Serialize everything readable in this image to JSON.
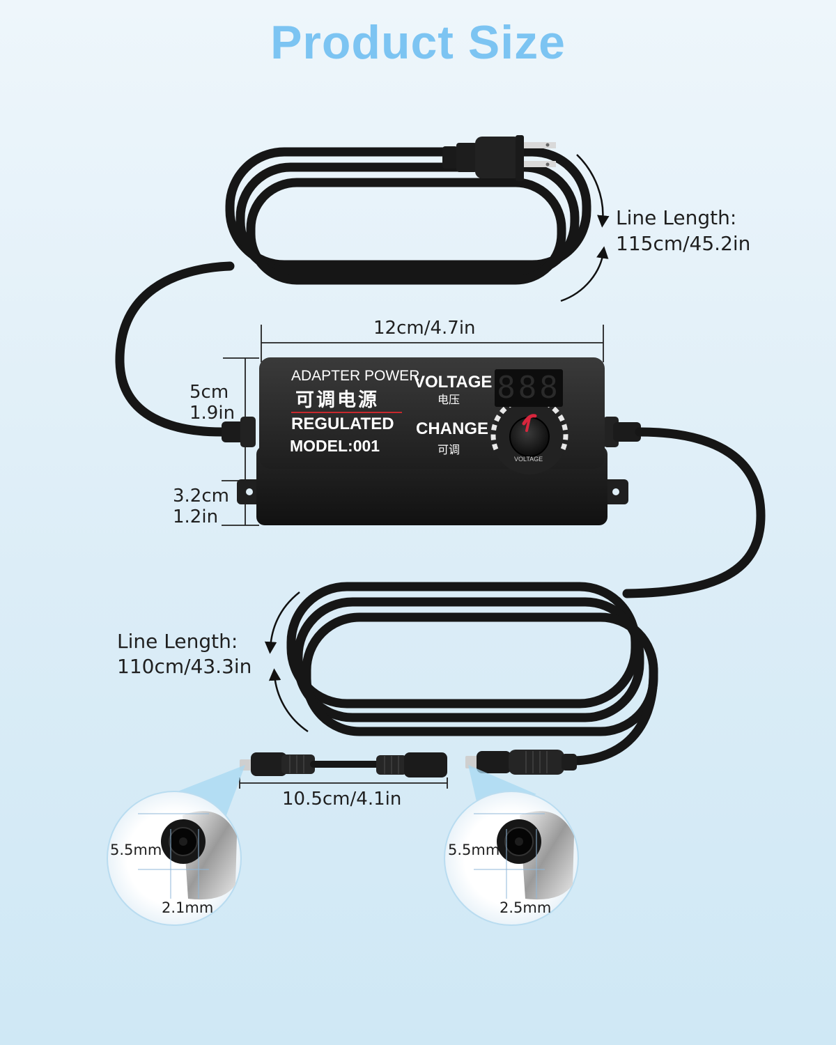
{
  "title": "Product Size",
  "colors": {
    "title": "#7cc4f2",
    "adapter_body": "#2b2b2b",
    "cable": "#161616",
    "accent_red": "#c8282d",
    "knob_pointer": "#d7263d",
    "background": "#e3f1f9"
  },
  "dimensions": {
    "top_cable_label": "Line Length:",
    "top_cable_value": "115cm/45.2in",
    "adapter_width": "12cm/4.7in",
    "adapter_height_cm": "5cm",
    "adapter_height_in": "1.9in",
    "adapter_depth_cm": "3.2cm",
    "adapter_depth_in": "1.2in",
    "bottom_cable_label": "Line Length:",
    "bottom_cable_value": "110cm/43.3in",
    "extension_length": "10.5cm/4.1in"
  },
  "adapter": {
    "line1": "ADAPTER POWER",
    "line2": "可调电源",
    "line3": "REGULATED",
    "line4": "MODEL:001",
    "voltage_label": "VOLTAGE",
    "voltage_cn": "电压",
    "change_label": "CHANGE",
    "change_cn": "可调",
    "display": "888",
    "knob_text": "VOLTAGE"
  },
  "connectors": {
    "left_outer": "5.5mm",
    "left_inner": "2.1mm",
    "right_outer": "5.5mm",
    "right_inner": "2.5mm"
  },
  "icons": [
    "us-plug-icon",
    "dc-barrel-plug-icon",
    "dc-female-jack-icon",
    "voltage-knob-icon",
    "led-display-icon",
    "curved-arrow-icon"
  ]
}
